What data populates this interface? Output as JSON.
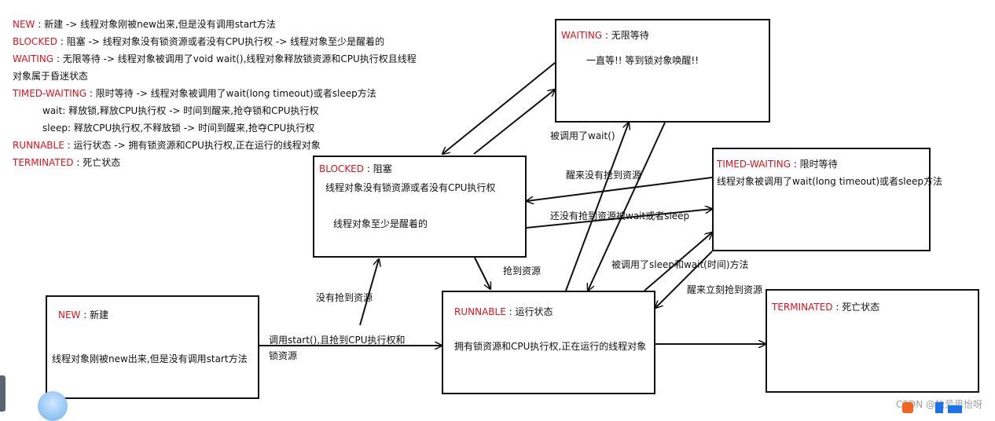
{
  "legend": {
    "new": {
      "name": "NEW",
      "text": " : 新建 -> 线程对象刚被new出来,但是没有调用start方法"
    },
    "blocked": {
      "name": "BLOCKED",
      "text": " : 阻塞 -> 线程对象没有锁资源或者没有CPU执行权 -> 线程对象至少是醒着的"
    },
    "waiting": {
      "name": "WAITING",
      "text": " : 无限等待 -> 线程对象被调用了void wait(),线程对象释放锁资源和CPU执行权且线程"
    },
    "waiting_cont": "对象属于昏迷状态",
    "timed": {
      "name": "TIMED-WAITING",
      "text": " : 限时等待 -> 线程对象被调用了wait(long timeout)或者sleep方法"
    },
    "wait_line": "wait: 释放锁,释放CPU执行权 -> 时间到醒来,抢夺锁和CPU执行权",
    "sleep_line": "sleep: 释放CPU执行权,不释放锁 -> 时间到醒来,抢夺CPU执行权",
    "runnable": {
      "name": "RUNNABLE",
      "text": " : 运行状态 -> 拥有锁资源和CPU执行权,正在运行的线程对象"
    },
    "terminated": {
      "name": "TERMINATED",
      "text": " : 死亡状态"
    }
  },
  "boxes": {
    "waiting": {
      "name": "WAITING",
      "title_suffix": " : 无限等待",
      "line1": "一直等!! 等到锁对象唤醒!!"
    },
    "blocked": {
      "name": "BLOCKED",
      "title_suffix": " : 阻塞",
      "line1": "线程对象没有锁资源或者没有CPU执行权",
      "line2": "线程对象至少是醒着的"
    },
    "timed": {
      "name": "TIMED-WAITING",
      "title_suffix": " : 限时等待",
      "line1": "线程对象被调用了wait(long timeout)或者sleep方法"
    },
    "new": {
      "name": "NEW",
      "title_suffix": " : 新建",
      "line1": "线程对象刚被new出来,但是没有调用start方法"
    },
    "runnable": {
      "name": "RUNNABLE",
      "title_suffix": " : 运行状态",
      "line1": "拥有锁资源和CPU执行权,正在运行的线程对象"
    },
    "terminated": {
      "name": "TERMINATED",
      "title_suffix": " : 死亡状态"
    }
  },
  "edge_labels": {
    "wait_called": "被调用了wait()",
    "wake_no_lock": "醒来没有抢到资源",
    "no_res_wait_sleep": "还没有抢到资源被wait或者sleep",
    "got_res": "抢到资源",
    "no_res": "没有抢到资源",
    "start_line1": "调用start(),且抢到CPU执行权和",
    "start_line2": "锁资源",
    "sleep_wait_called": "被调用了sleep和wait(时间)方法",
    "wake_got_res": "醒来立刻抢到资源"
  },
  "watermark": "CSDN @独爱思怡呀",
  "colors": {
    "state_name": "#e0131c",
    "line": "#111111"
  }
}
